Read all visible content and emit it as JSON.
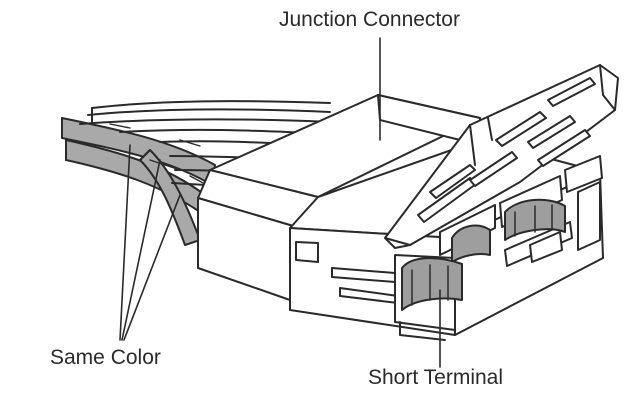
{
  "labels": {
    "junction_connector": "Junction Connector",
    "same_color": "Same Color",
    "short_terminal": "Short Terminal"
  },
  "colors": {
    "line": "#2a2a2a",
    "wire_shade": "#a9a9a9",
    "terminal_shade": "#9e9e9e",
    "background": "#ffffff"
  }
}
